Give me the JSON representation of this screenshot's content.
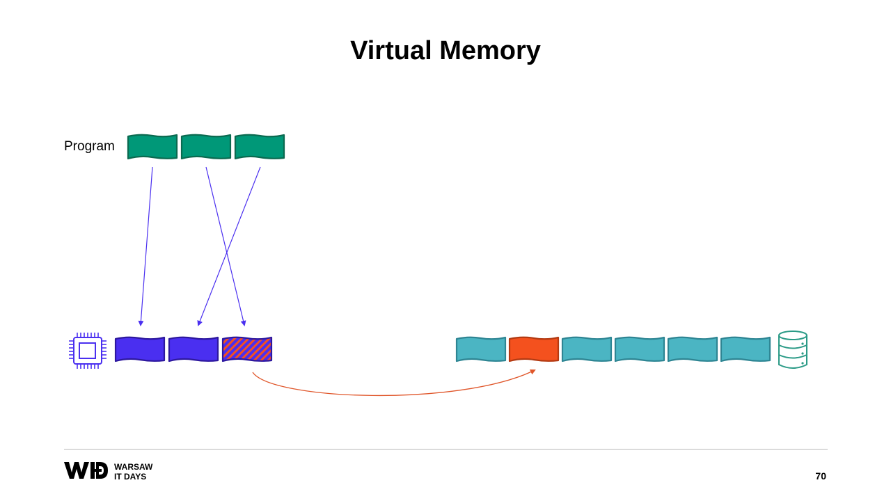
{
  "slide": {
    "title": "Virtual Memory",
    "page_number": "70"
  },
  "diagram": {
    "program_label": "Program",
    "program_pages": 3,
    "ram_pages": [
      {
        "state": "filled"
      },
      {
        "state": "filled"
      },
      {
        "state": "swapped-out"
      }
    ],
    "disk_pages": [
      {
        "state": "normal"
      },
      {
        "state": "swapped-in"
      },
      {
        "state": "normal"
      },
      {
        "state": "normal"
      },
      {
        "state": "normal"
      },
      {
        "state": "normal"
      }
    ],
    "mappings": [
      {
        "from": 0,
        "to": 0
      },
      {
        "from": 1,
        "to": 2
      },
      {
        "from": 2,
        "to": 1
      }
    ],
    "swap": {
      "from_ram": 2,
      "to_disk": 1
    },
    "ram_icon": "cpu-chip-icon",
    "disk_icon": "database-icon"
  },
  "colors": {
    "program": "#009878",
    "program_border": "#0b6a50",
    "ram": "#4a2ff0",
    "ram_border": "#2d189e",
    "disk": "#4bb5c3",
    "disk_border": "#2e8593",
    "swap": "#f4511e",
    "swap_border": "#b33a12",
    "arrow_map": "#4a2ff0",
    "arrow_swap": "#e0562a"
  },
  "footer": {
    "logo_icon": "wid-logo-icon",
    "brand_line1": "WARSAW",
    "brand_line2": "IT DAYS"
  }
}
